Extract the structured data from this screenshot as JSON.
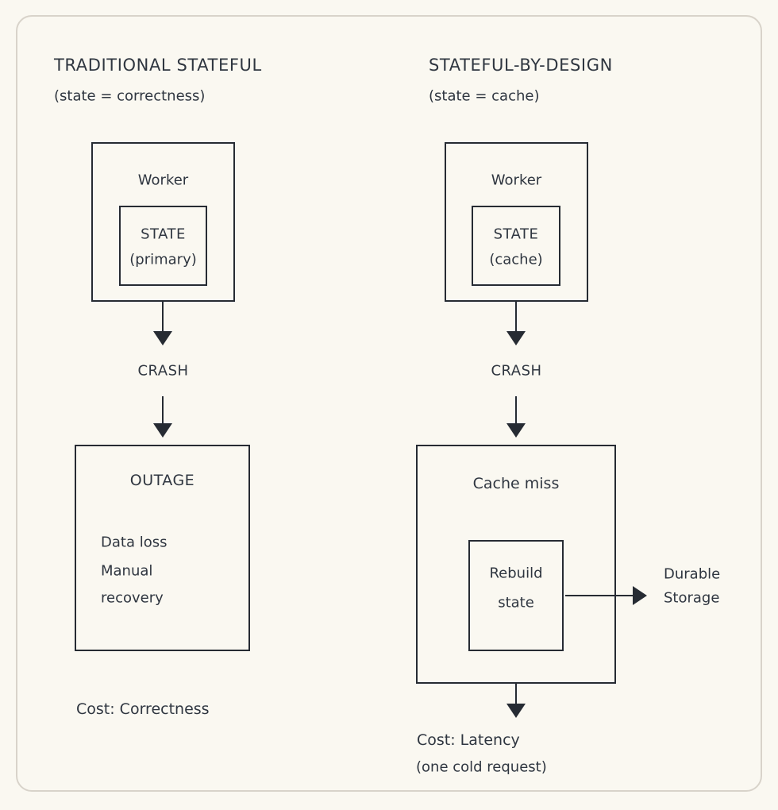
{
  "colors": {
    "background": "#faf8f1",
    "card_border": "#d8d3ca",
    "line": "#262b33",
    "text": "#2f3640"
  },
  "panels": {
    "left": {
      "title": "TRADITIONAL STATEFUL",
      "subtitle": "(state = correctness)",
      "worker_label": "Worker",
      "state_label": "STATE",
      "state_sublabel": "(primary)",
      "crash_label": "CRASH",
      "outage_title": "OUTAGE",
      "outage_lines": [
        "Data loss",
        "Manual",
        "recovery"
      ],
      "cost_label": "Cost: Correctness"
    },
    "right": {
      "title": "STATEFUL-BY-DESIGN",
      "subtitle": "(state = cache)",
      "worker_label": "Worker",
      "state_label": "STATE",
      "state_sublabel": "(cache)",
      "crash_label": "CRASH",
      "cachemiss_title": "Cache miss",
      "rebuild_lines": [
        "Rebuild",
        "state"
      ],
      "durable_lines": [
        "Durable",
        "Storage"
      ],
      "cost_label": "Cost: Latency",
      "cost_sublabel": "(one cold request)"
    }
  }
}
